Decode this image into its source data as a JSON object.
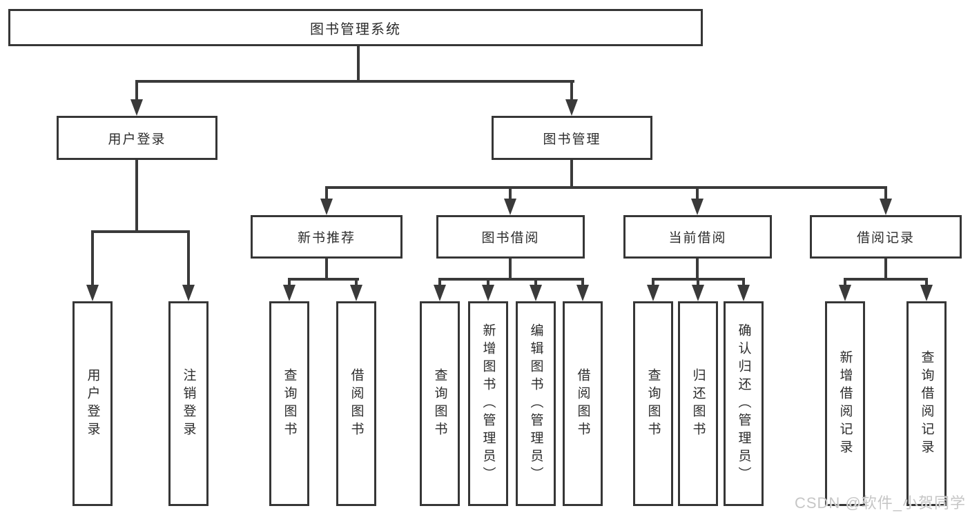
{
  "diagram": {
    "title": "图书管理系统",
    "root": {
      "label": "图书管理系统"
    },
    "level2": [
      {
        "label": "用户登录"
      },
      {
        "label": "图书管理"
      }
    ],
    "level3": [
      {
        "label": "新书推荐"
      },
      {
        "label": "图书借阅"
      },
      {
        "label": "当前借阅"
      },
      {
        "label": "借阅记录"
      }
    ],
    "leaves": [
      {
        "label": "用户登录",
        "parent": "用户登录"
      },
      {
        "label": "注销登录",
        "parent": "用户登录"
      },
      {
        "label": "查询图书",
        "parent": "新书推荐"
      },
      {
        "label": "借阅图书",
        "parent": "新书推荐"
      },
      {
        "label": "查询图书",
        "parent": "图书借阅"
      },
      {
        "label": "新增图书（管理员）",
        "parent": "图书借阅"
      },
      {
        "label": "编辑图书（管理员）",
        "parent": "图书借阅"
      },
      {
        "label": "借阅图书",
        "parent": "图书借阅"
      },
      {
        "label": "查询图书",
        "parent": "当前借阅"
      },
      {
        "label": "归还图书",
        "parent": "当前借阅"
      },
      {
        "label": "确认归还（管理员）",
        "parent": "当前借阅"
      },
      {
        "label": "新增借阅记录",
        "parent": "借阅记录"
      },
      {
        "label": "查询借阅记录",
        "parent": "借阅记录"
      }
    ]
  },
  "watermark": {
    "text": "CSDN @软件_小贺同学",
    "color": "#c6c6c6"
  },
  "colors": {
    "line": "#3a3a3a",
    "box_border": "#363636",
    "text": "#2c2c2c",
    "background": "#ffffff"
  }
}
